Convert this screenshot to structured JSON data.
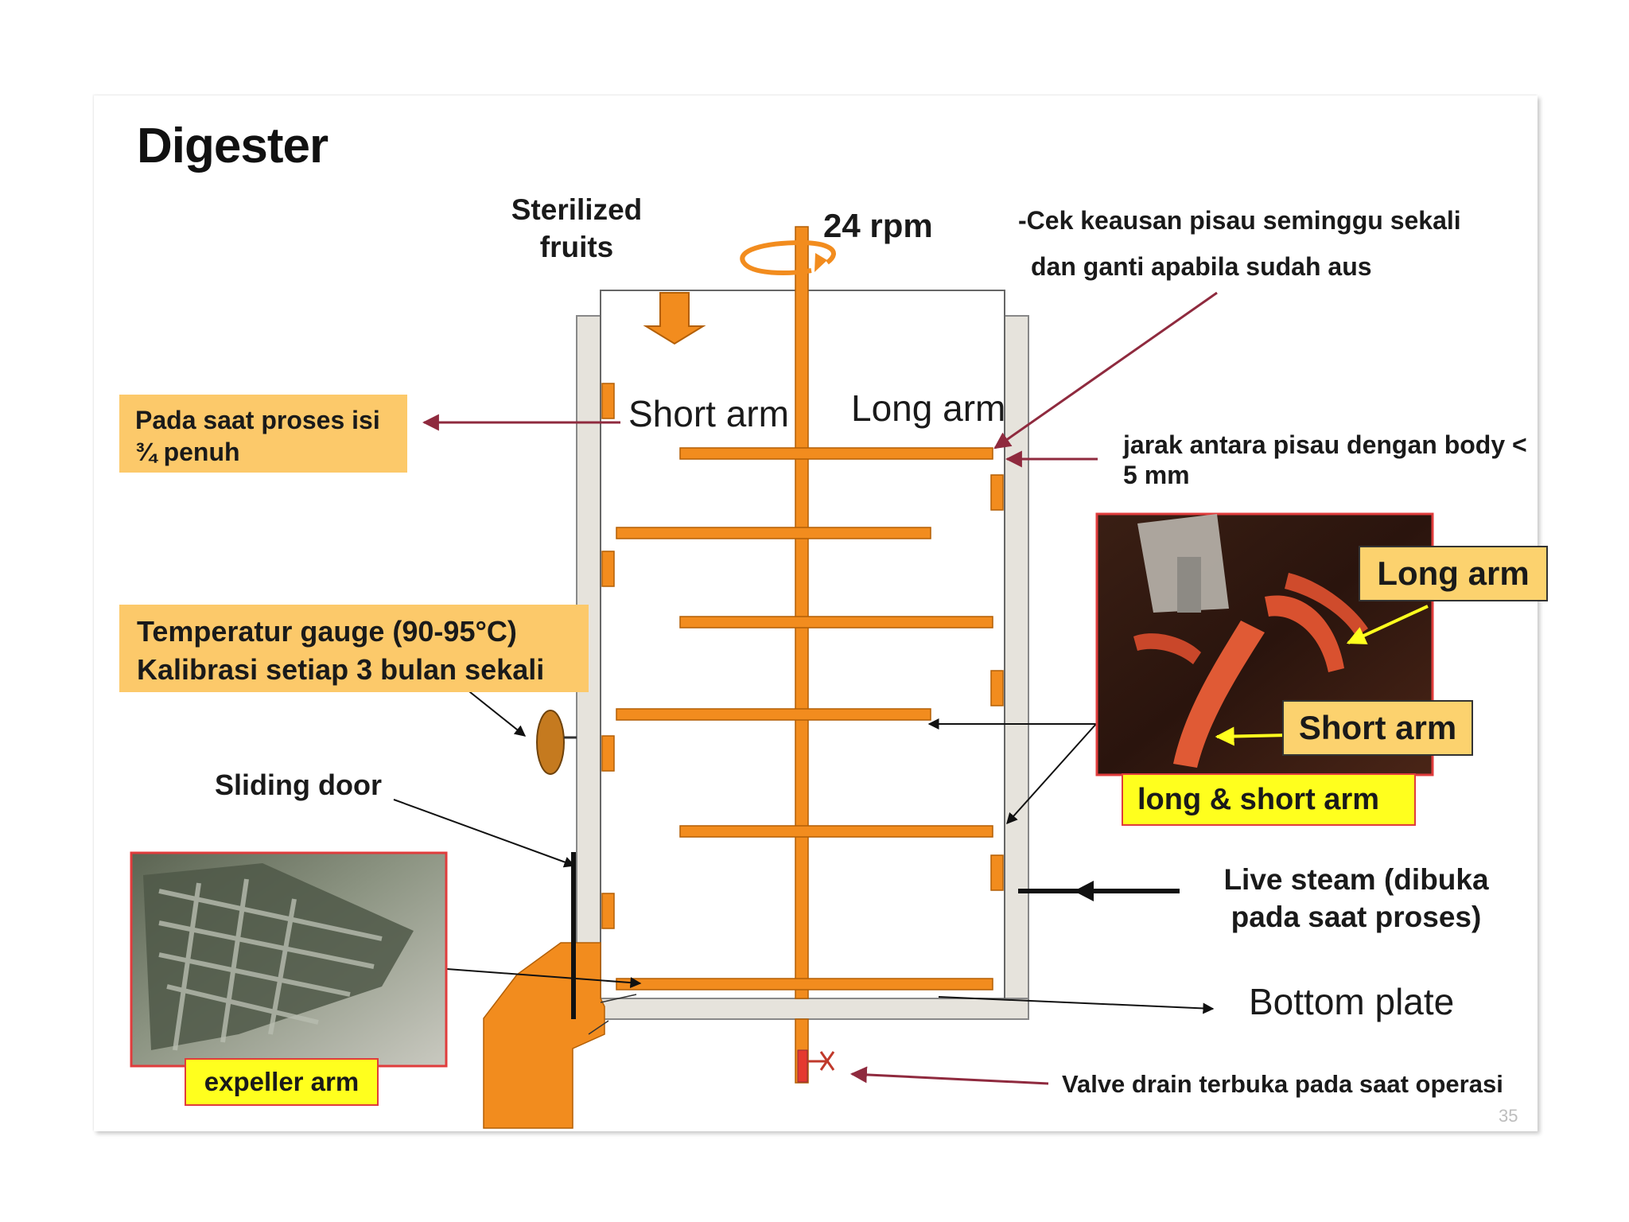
{
  "slide": {
    "title": "Digester",
    "page_number": "35"
  },
  "labels": {
    "sterilized_line1": "Sterilized",
    "sterilized_line2": "fruits",
    "rpm": "24 rpm",
    "short_arm_inner": "Short arm",
    "long_arm_inner": "Long arm",
    "bottom_plate": "Bottom plate",
    "sliding_door": "Sliding door",
    "live_steam_line1": "Live steam (dibuka",
    "live_steam_line2": "pada saat proses)",
    "valve_drain": "Valve drain terbuka pada saat operasi"
  },
  "notes": {
    "cek_line1": "-Cek keausan pisau seminggu sekali",
    "cek_line2": "dan ganti apabila sudah  aus",
    "jarak_line1": "jarak antara pisau dengan body  <",
    "jarak_line2": "5 mm"
  },
  "callouts": {
    "pada_saat_line1": "Pada saat proses isi",
    "pada_saat_line2": "¾ penuh",
    "temp_line1": "Temperatur gauge (90-95°C)",
    "temp_line2": "Kalibrasi setiap 3 bulan sekali"
  },
  "photo_right": {
    "long_arm_tag": "Long arm",
    "short_arm_tag": "Short arm",
    "caption": "long & short arm"
  },
  "photo_left": {
    "caption": "expeller arm"
  },
  "colors": {
    "orange": "#f28c1e",
    "wall": "#e6e3dc",
    "callout": "#fcc96a",
    "yellow_label": "#ffff1e",
    "red_arrow": "#8f2a3e"
  }
}
